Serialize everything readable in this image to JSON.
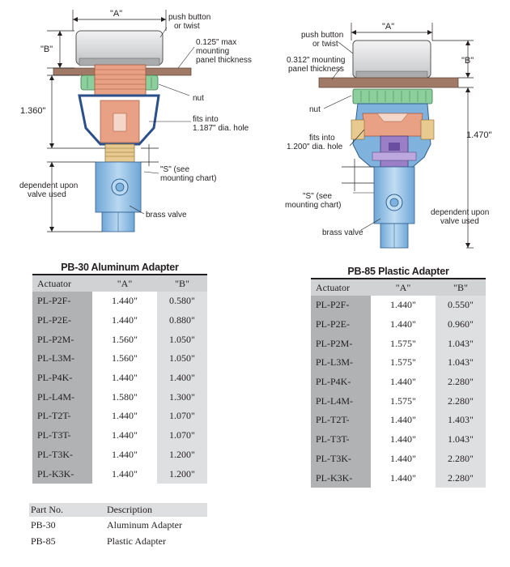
{
  "left_diagram": {
    "dim_a": "\"A\"",
    "dim_b": "\"B\"",
    "dim_height": "1.360\"",
    "callouts": {
      "push_button": [
        "push button",
        "or twist"
      ],
      "panel": [
        "0.125\" max",
        "mounting",
        "panel thickness"
      ],
      "nut": "nut",
      "hole": [
        "fits into",
        "1.187\" dia. hole"
      ],
      "s_note": [
        "\"S\" (see",
        "mounting chart)"
      ],
      "dependent": [
        "dependent upon",
        "valve used"
      ],
      "brass": "brass valve"
    }
  },
  "right_diagram": {
    "dim_a": "\"A\"",
    "dim_b": "\"B\"",
    "dim_height": "1.470\"",
    "callouts": {
      "push_button": [
        "push button",
        "or twist"
      ],
      "panel": [
        "0.312\" mounting",
        "panel thickness"
      ],
      "nut": "nut",
      "hole": [
        "fits into",
        "1.200\" dia. hole"
      ],
      "s_note": [
        "\"S\" (see",
        "mounting chart)"
      ],
      "dependent": [
        "dependent upon",
        "valve used"
      ],
      "brass": "brass valve"
    }
  },
  "table_pb30": {
    "title": "PB-30 Aluminum Adapter",
    "headers": [
      "Actuator",
      "\"A\"",
      "\"B\""
    ],
    "rows": [
      [
        "PL-P2F-",
        "1.440\"",
        "0.580\""
      ],
      [
        "PL-P2E-",
        "1.440\"",
        "0.880\""
      ],
      [
        "PL-P2M-",
        "1.560\"",
        "1.050\""
      ],
      [
        "PL-L3M-",
        "1.560\"",
        "1.050\""
      ],
      [
        "PL-P4K-",
        "1.440\"",
        "1.400\""
      ],
      [
        "PL-L4M-",
        "1.580\"",
        "1.300\""
      ],
      [
        "PL-T2T-",
        "1.440\"",
        "1.070\""
      ],
      [
        "PL-T3T-",
        "1.440\"",
        "1.070\""
      ],
      [
        "PL-T3K-",
        "1.440\"",
        "1.200\""
      ],
      [
        "PL-K3K-",
        "1.440\"",
        "1.200\""
      ]
    ]
  },
  "table_pb85": {
    "title": "PB-85 Plastic Adapter",
    "headers": [
      "Actuator",
      "\"A\"",
      "\"B\""
    ],
    "rows": [
      [
        "PL-P2F-",
        "1.440\"",
        "0.550\""
      ],
      [
        "PL-P2E-",
        "1.440\"",
        "0.960\""
      ],
      [
        "PL-P2M-",
        "1.575\"",
        "1.043\""
      ],
      [
        "PL-L3M-",
        "1.575\"",
        "1.043\""
      ],
      [
        "PL-P4K-",
        "1.440\"",
        "2.280\""
      ],
      [
        "PL-L4M-",
        "1.575\"",
        "2.280\""
      ],
      [
        "PL-T2T-",
        "1.440\"",
        "1.403\""
      ],
      [
        "PL-T3T-",
        "1.440\"",
        "1.043\""
      ],
      [
        "PL-T3K-",
        "1.440\"",
        "2.280\""
      ],
      [
        "PL-K3K-",
        "1.440\"",
        "2.280\""
      ]
    ]
  },
  "parts": {
    "headers": [
      "Part No.",
      "Description"
    ],
    "rows": [
      [
        "PB-30",
        "Aluminum Adapter"
      ],
      [
        "PB-85",
        "Plastic Adapter"
      ]
    ]
  },
  "colors": {
    "button_gray": "#d8d9da",
    "nut_green": "#8ccf9c",
    "coupling_blue": "#7fb2dc",
    "brass_blue": "#9cc6e8",
    "plastic_purple": "#9a7fc6",
    "threads_salmon": "#e8a184",
    "panel_brown": "#a07a66",
    "threads_tan": "#e8c98f"
  }
}
